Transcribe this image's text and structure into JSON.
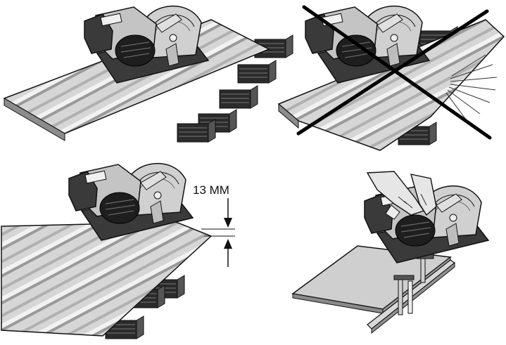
{
  "figure": {
    "panels": [
      {
        "id": "panel-1",
        "status": "correct"
      },
      {
        "id": "panel-2",
        "status": "incorrect"
      },
      {
        "id": "panel-3",
        "status": "correct"
      },
      {
        "id": "panel-4",
        "status": "correct"
      }
    ],
    "depth_label": "13 MM",
    "colors": {
      "sheet_light": "#d9d9d9",
      "sheet_dark": "#8c8c8c",
      "tool_body": "#bdbdbd",
      "tool_dark": "#1e1e1e",
      "wood": "#2b2b2b",
      "line": "#111111"
    }
  }
}
